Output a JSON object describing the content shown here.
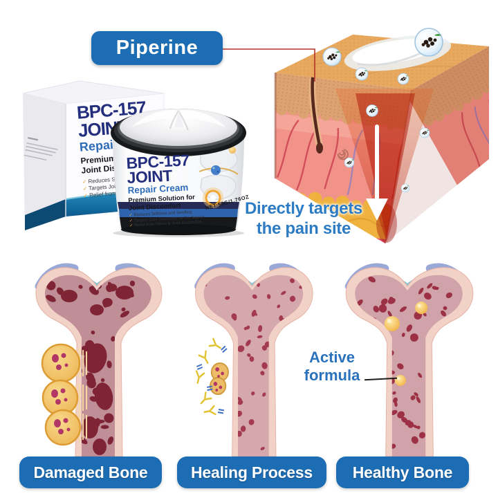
{
  "colors": {
    "brand-blue": "#1d6db5",
    "caption-blue": "#2d7cc3",
    "navy": "#232e7d",
    "repair-blue": "#2f6cb8",
    "check-orange": "#e8a33c",
    "connector-red": "#b5312a",
    "annotation-blue": "#2b72bc"
  },
  "piperine_badge": {
    "label": "Piperine"
  },
  "product": {
    "check_icon": "✓",
    "features": [
      "Reduces Stiffness and Swelling",
      "Targets Joint Discomfort at the Source",
      "Relief from Nerve & Joint Discomfort"
    ],
    "box": {
      "title_line1": "BPC-157",
      "title_line2": "JOINT",
      "subtitle": "Repair Cream",
      "tagline": "Premium Solution for Joint Discomfort"
    },
    "jar": {
      "title_line1": "BPC-157",
      "title_line2": "JOINT",
      "subtitle": "Repair Cream",
      "tagline_line1": "Premium Solution for",
      "tagline_line2": "Joint Discomfort",
      "net_weight": "NET:50G/1.76OZ"
    }
  },
  "skin_diagram": {
    "caption_line1": "Directly targets",
    "caption_line2": "the pain site",
    "icons": [
      "piperine-bubble-icon",
      "down-arrow-icon",
      "cream-smear",
      "hair-follicle"
    ]
  },
  "bones": {
    "annotation_line1": "Active",
    "annotation_line2": "formula",
    "stages": [
      {
        "label": "Damaged Bone"
      },
      {
        "label": "Healing Process"
      },
      {
        "label": "Healthy Bone"
      }
    ]
  }
}
